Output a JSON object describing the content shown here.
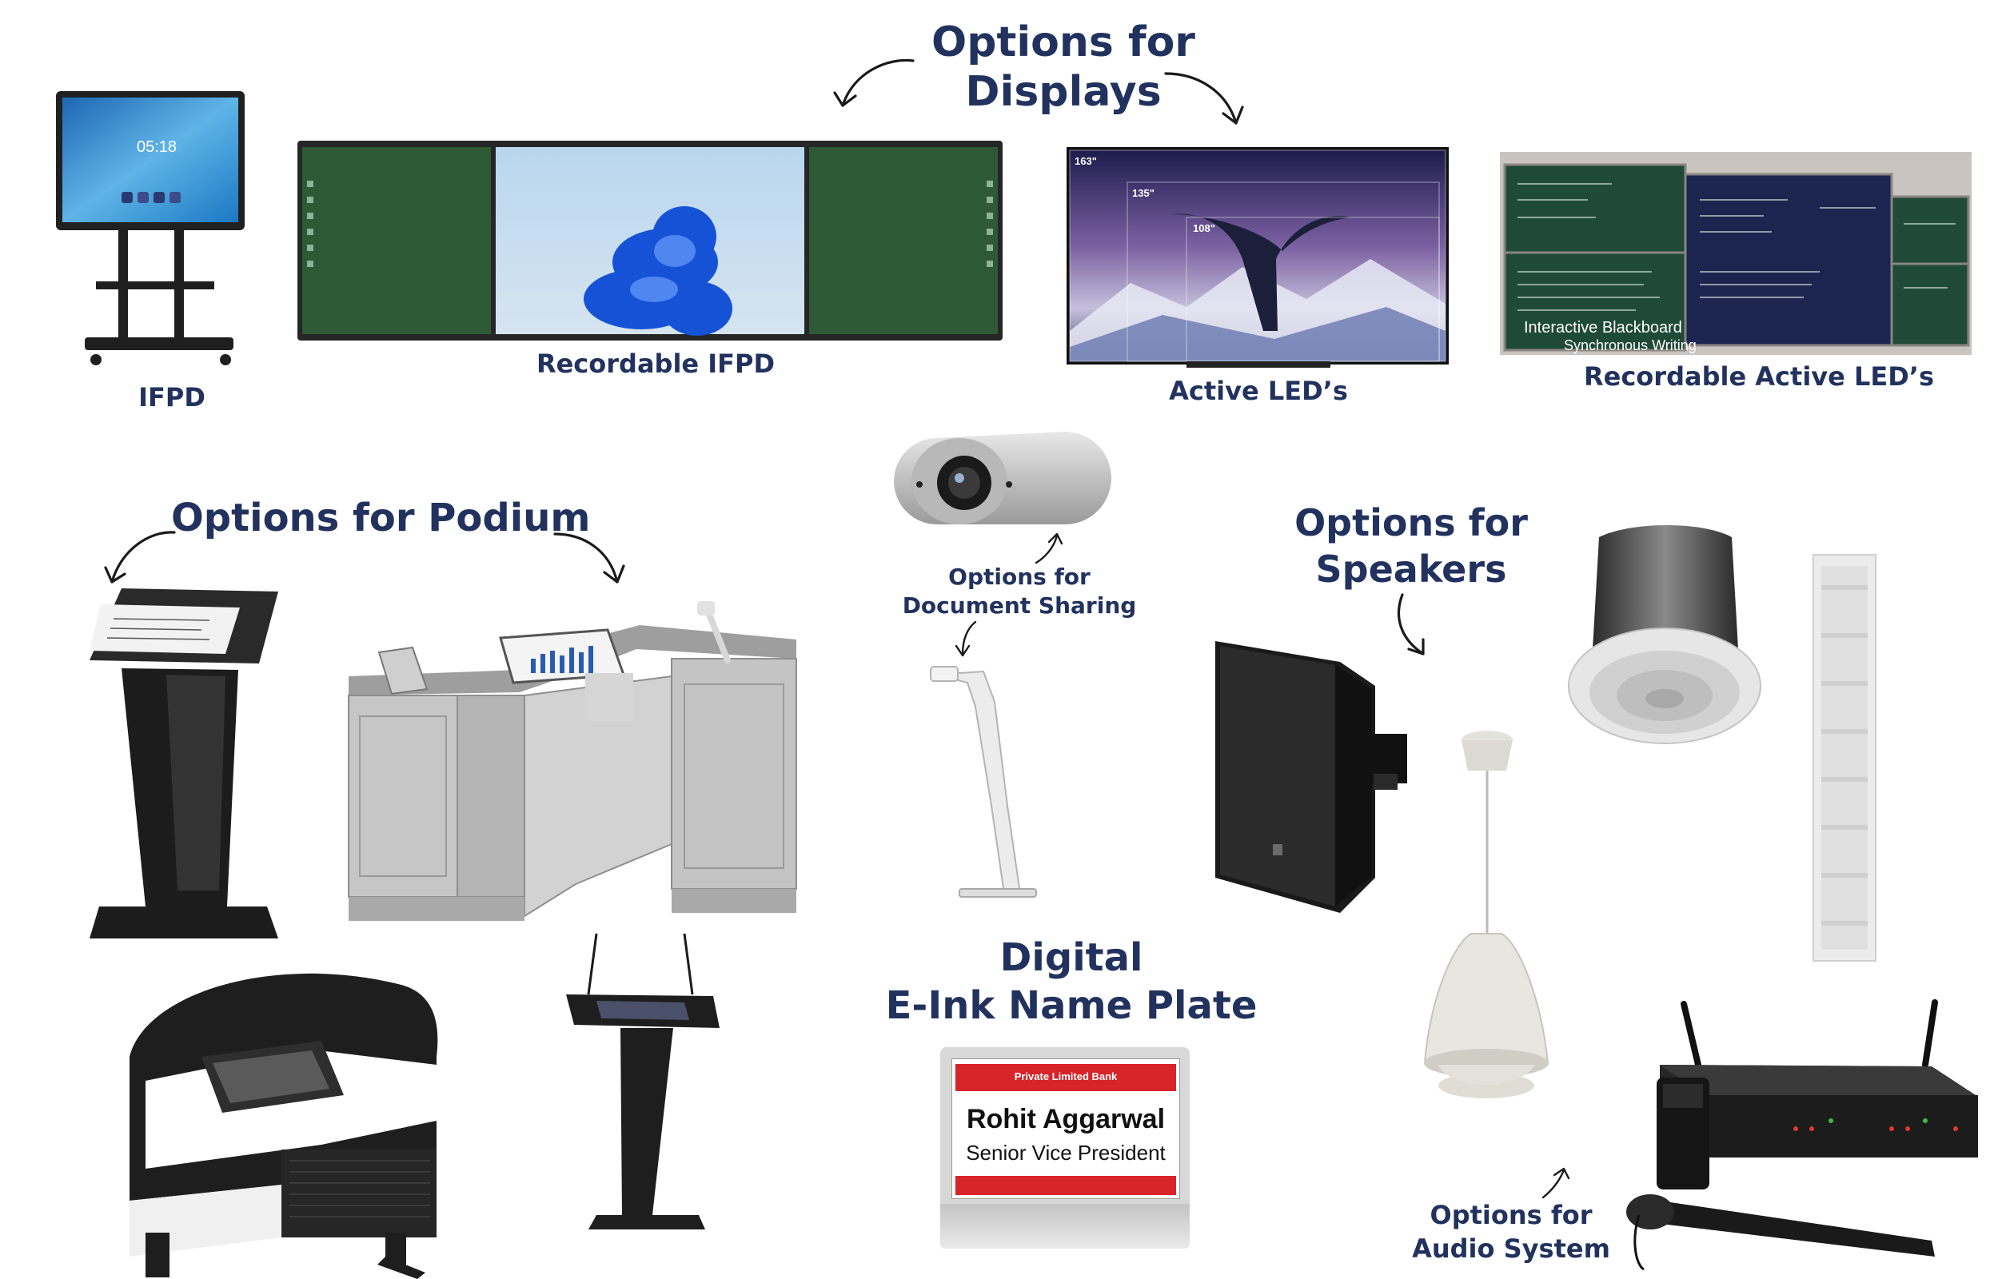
{
  "displays": {
    "heading_line1": "Options for",
    "heading_line2": "Displays",
    "ifpd": {
      "caption": "IFPD",
      "screen_time": "05:18"
    },
    "recordable_ifpd": {
      "caption": "Recordable IFPD"
    },
    "active_led": {
      "caption": "Active LED’s",
      "size_163": "163\"",
      "size_135": "135\"",
      "size_108": "108\""
    },
    "recordable_active_led": {
      "caption": "Recordable Active LED’s",
      "overlay_line1": "Interactive Blackboard",
      "overlay_line2": "Synchronous Writing"
    }
  },
  "podium": {
    "heading": "Options for Podium"
  },
  "document_sharing": {
    "label_line1": "Options for",
    "label_line2": "Document Sharing"
  },
  "speakers": {
    "heading_line1": "Options for",
    "heading_line2": "Speakers"
  },
  "name_plate": {
    "heading_line1": "Digital",
    "heading_line2": "E-Ink Name Plate",
    "company": "Private Limited Bank",
    "person_name": "Rohit Aggarwal",
    "person_title": "Senior Vice President"
  },
  "audio": {
    "label_line1": "Options for",
    "label_line2": "Audio System"
  },
  "colors": {
    "heading": "#22325e",
    "chalkboard": "#2d5a35",
    "nameplate_red": "#d7242a",
    "device_black": "#1c1c1c",
    "device_gray": "#c8c8c8"
  }
}
